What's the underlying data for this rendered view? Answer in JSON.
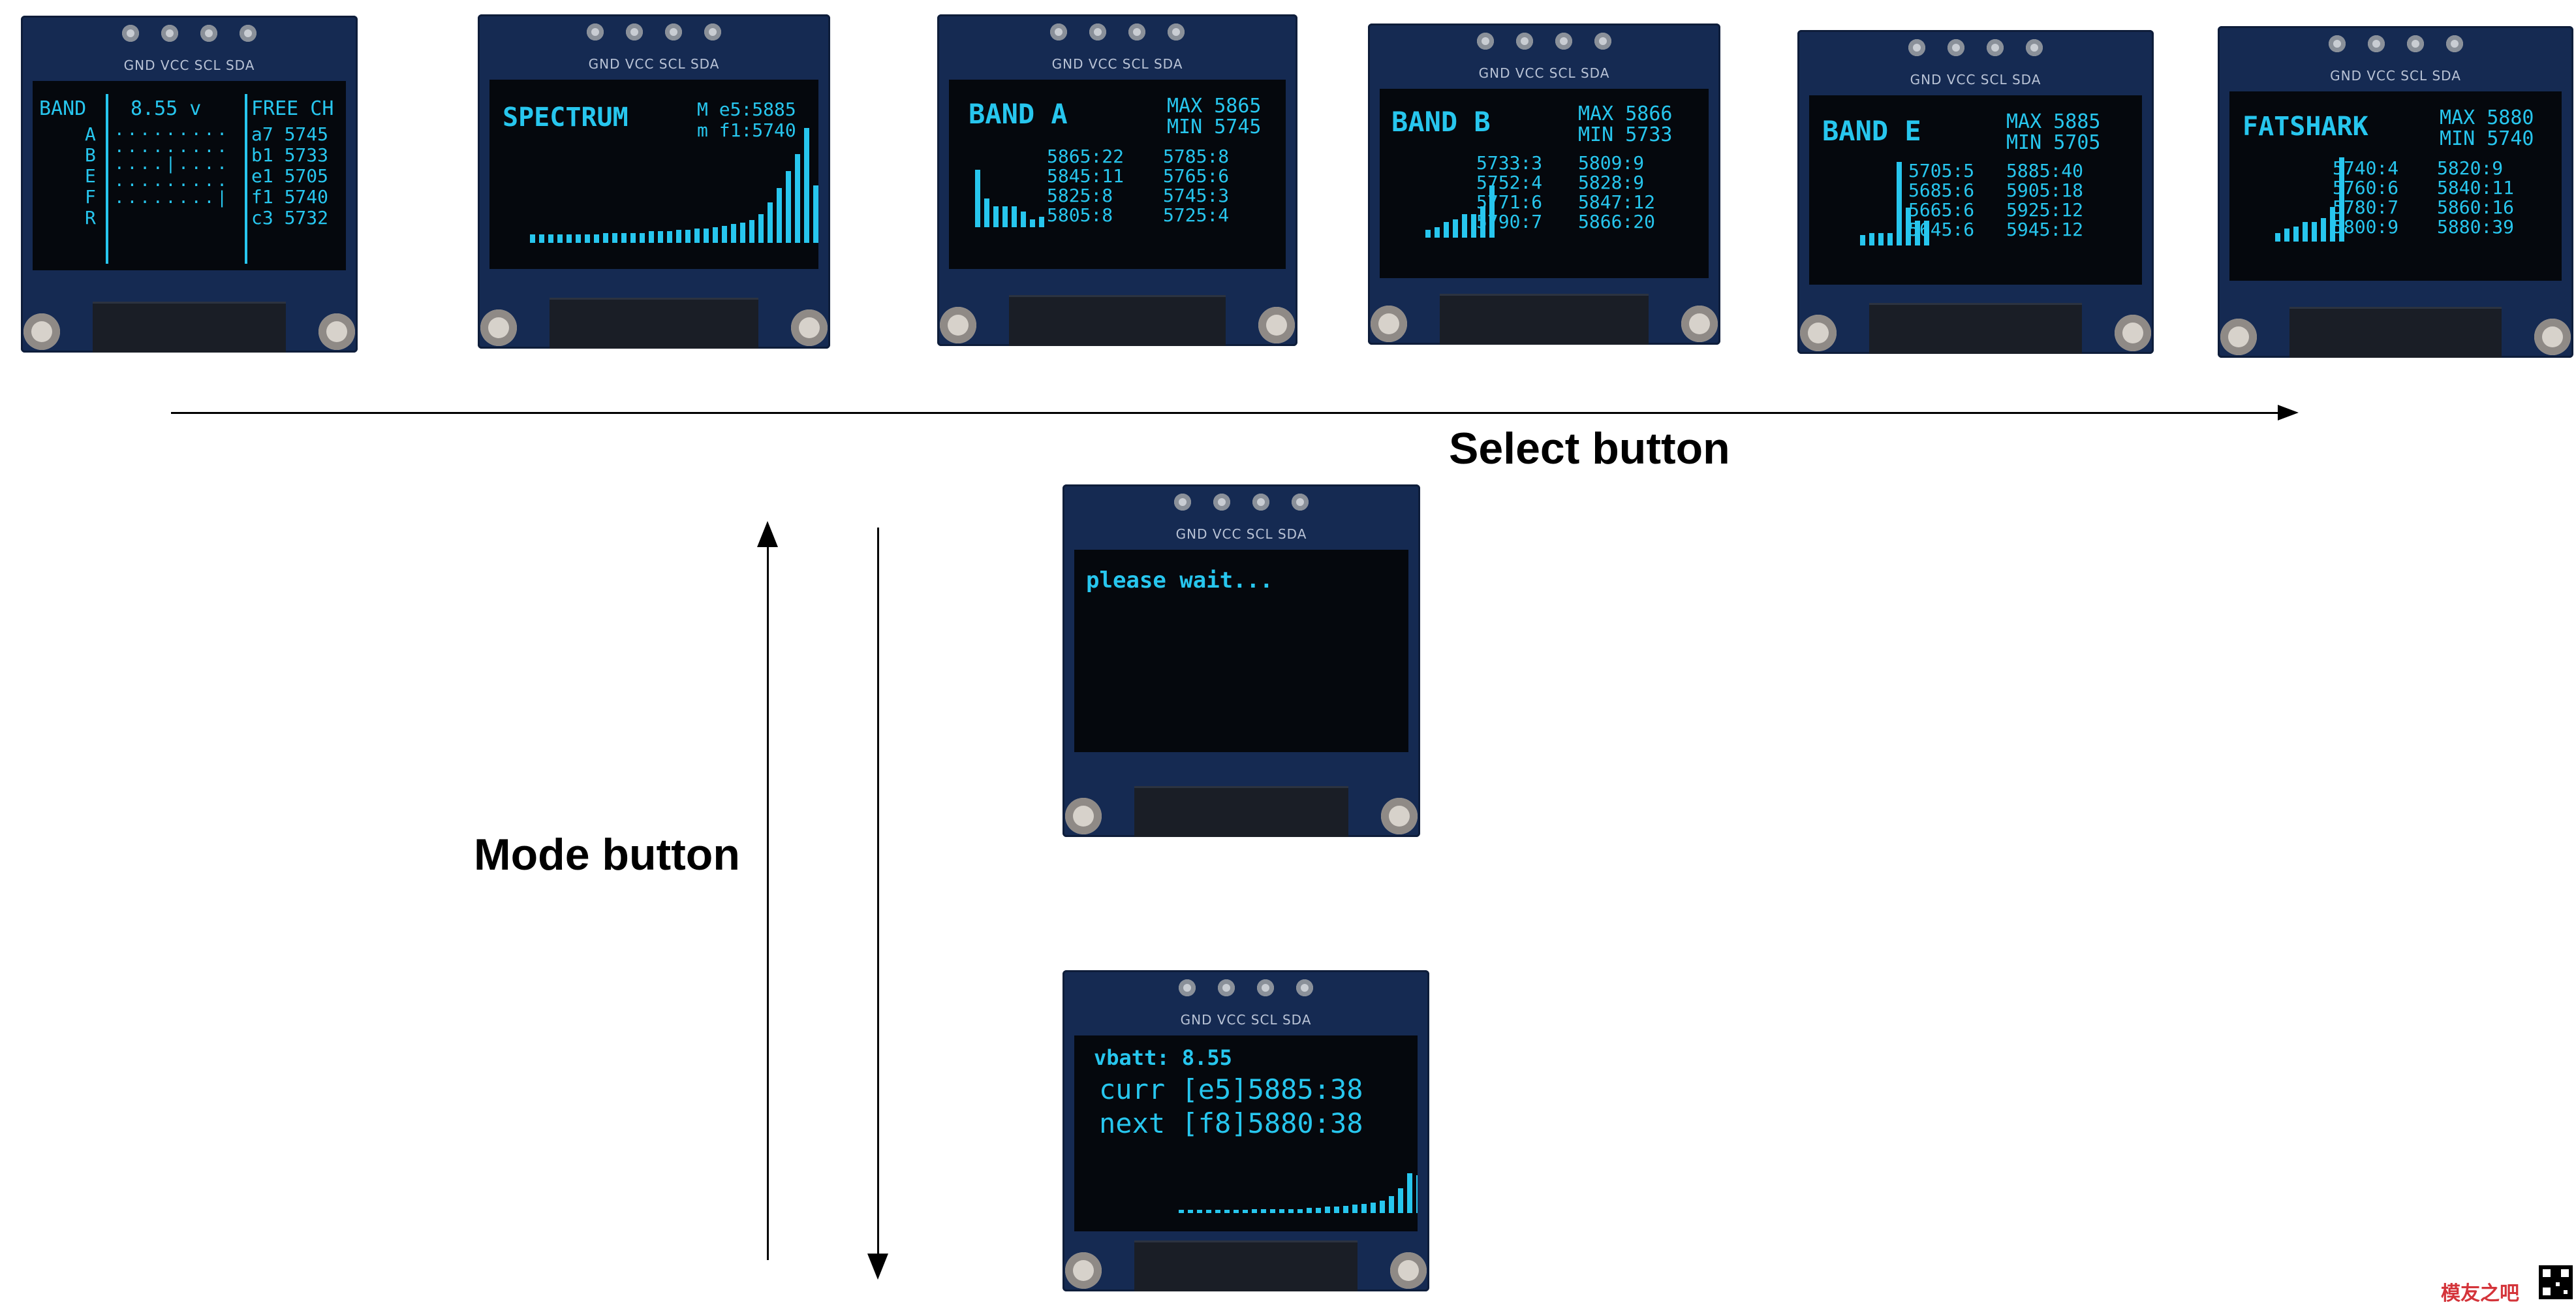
{
  "header_labels": {
    "pins": "GND VCC SCL SDA"
  },
  "screens": {
    "summary": {
      "title": "BAND",
      "voltage": "8.55 v",
      "free": "FREE CH",
      "bands": [
        "A",
        "B",
        "E",
        "F",
        "R"
      ],
      "channels": [
        "a7 5745",
        "b1 5733",
        "e1 5705",
        "f1 5740",
        "c3 5732"
      ]
    },
    "spectrum": {
      "title": "SPECTRUM",
      "line1": "M e5:5885",
      "line2": "m f1:5740",
      "bars": [
        6,
        6,
        6,
        6,
        6,
        6,
        6,
        6,
        7,
        7,
        7,
        7,
        7,
        8,
        8,
        8,
        9,
        9,
        10,
        10,
        11,
        12,
        13,
        14,
        16,
        20,
        28,
        38,
        50,
        62,
        80,
        40,
        24,
        20
      ]
    },
    "band_a": {
      "title": "BAND A",
      "max": "MAX 5865",
      "min": "MIN 5745",
      "col1": [
        "5865:22",
        "5845:11",
        "5825:8",
        "5805:8"
      ],
      "col2": [
        "5785:8",
        "5765:6",
        "5745:3",
        "5725:4"
      ],
      "bars": [
        22,
        11,
        8,
        8,
        8,
        6,
        3,
        4
      ]
    },
    "band_b": {
      "title": "BAND B",
      "max": "MAX 5866",
      "min": "MIN 5733",
      "col1": [
        "5733:3",
        "5752:4",
        "5771:6",
        "5790:7"
      ],
      "col2": [
        "5809:9",
        "5828:9",
        "5847:12",
        "5866:20"
      ],
      "bars": [
        3,
        4,
        6,
        7,
        9,
        9,
        12,
        20
      ]
    },
    "band_e": {
      "title": "BAND E",
      "max": "MAX 5885",
      "min": "MIN 5705",
      "col1": [
        "5705:5",
        "5685:6",
        "5665:6",
        "5645:6"
      ],
      "col2": [
        "5885:40",
        "5905:18",
        "5925:12",
        "5945:12"
      ],
      "bars": [
        5,
        6,
        6,
        6,
        40,
        18,
        12,
        12
      ]
    },
    "fatshark": {
      "title": "FATSHARK",
      "max": "MAX 5880",
      "min": "MIN 5740",
      "col1": [
        "5740:4",
        "5760:6",
        "5780:7",
        "5800:9"
      ],
      "col2": [
        "5820:9",
        "5840:11",
        "5860:16",
        "5880:39"
      ],
      "bars": [
        4,
        6,
        7,
        9,
        9,
        11,
        16,
        39
      ]
    },
    "wait": {
      "text": "please wait..."
    },
    "scan": {
      "vbatt": "vbatt: 8.55",
      "curr": "curr [e5]5885:38",
      "next": "next [f8]5880:38",
      "bars": [
        3,
        3,
        3,
        3,
        3,
        3,
        3,
        3,
        4,
        4,
        4,
        4,
        4,
        4,
        5,
        5,
        6,
        6,
        7,
        8,
        9,
        10,
        12,
        16,
        24,
        38,
        36,
        22,
        14,
        12
      ]
    }
  },
  "labels": {
    "select": "Select button",
    "mode": "Mode button"
  },
  "logo": {
    "text": "模友之吧"
  }
}
